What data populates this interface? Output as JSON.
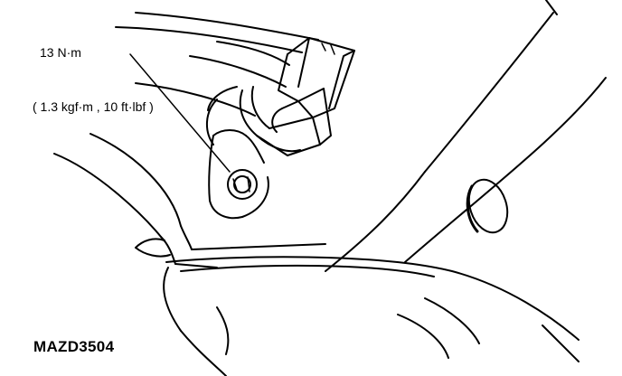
{
  "callout": {
    "torque_value": "13 N·m",
    "torque_alt": "( 1.3 kgf·m , 10 ft·lbf )"
  },
  "figure": {
    "code": "MAZD3504"
  },
  "colors": {
    "ink": "#000000",
    "paper": "#ffffff"
  }
}
